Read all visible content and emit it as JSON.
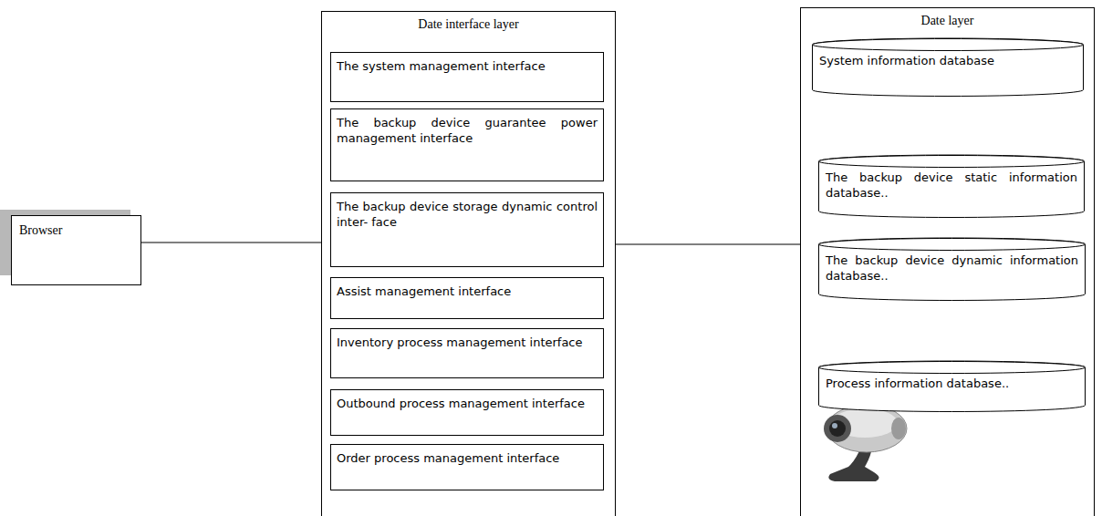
{
  "diagram": {
    "nodes": [
      {
        "text": [
          "Browser"
        ]
      },
      {
        "text": [
          "Date interface layer"
        ]
      },
      {
        "text": [
          "The system management interface"
        ],
        "in": 1
      },
      {
        "text": [
          "The backup device guarantee power management interface"
        ],
        "in": 1
      },
      {
        "text": [
          "The backup device storage dynamic control inter- face"
        ],
        "in": 1
      },
      {
        "text": [
          "Assist management interface"
        ],
        "in": 1
      },
      {
        "text": [
          "Inventory process management interface"
        ],
        "in": 1
      },
      {
        "text": [
          "Outbound process management interface"
        ],
        "in": 1
      },
      {
        "text": [
          "Order process management interface"
        ],
        "in": 1
      },
      {
        "text": [
          "Date layer"
        ]
      },
      {
        "text": [
          "System information database"
        ],
        "in": 9
      },
      {
        "text": [
          "The backup device static information database.."
        ],
        "in": 9
      },
      {
        "text": [
          "The backup device dynamic information database.."
        ],
        "in": 9
      },
      {
        "text": [
          "Process information database.."
        ],
        "in": 9
      }
    ],
    "edges": [
      {
        "from": 0,
        "to": 1,
        "arrow": "none"
      },
      {
        "from": 1,
        "to": 9,
        "arrow": "none"
      }
    ]
  }
}
